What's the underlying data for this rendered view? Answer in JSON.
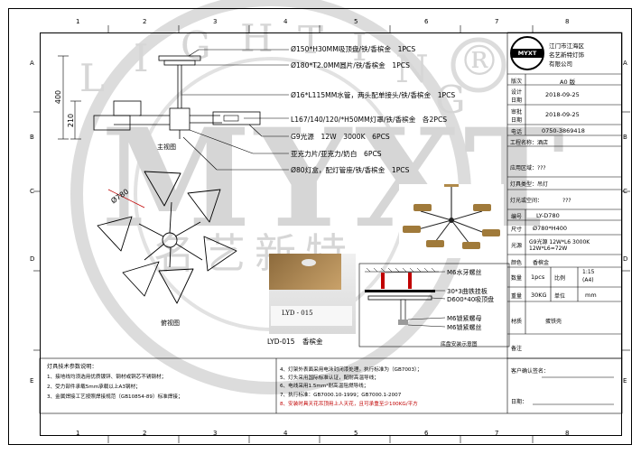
{
  "columns": [
    "1",
    "2",
    "3",
    "4",
    "5",
    "6",
    "7",
    "8"
  ],
  "rows": [
    "A",
    "B",
    "C",
    "D",
    "E"
  ],
  "watermark": {
    "brand": "MYXT",
    "letters": [
      "L",
      "I",
      "G",
      "H",
      "T",
      "I",
      "N",
      "G"
    ],
    "chinese": "名艺新特",
    "registered": "®"
  },
  "dimensions": {
    "height_total": "400",
    "height_body": "210",
    "diameter": "Ø780"
  },
  "views": {
    "front": "主视图",
    "top": "俯视图"
  },
  "callouts": [
    "Ø150*H30MM吸顶盘/铁/香槟金　1PCS",
    "Ø180*T2.0MM圆片/铁/香槟金　1PCS",
    "Ø16*L115MM水管，两头配单接头/铁/香槟金　1PCS",
    "L167/140/120/*H50MM灯罩/铁/香槟金　各2PCS",
    "G9光源　12W　3000K　6PCS",
    "亚克力片/亚克力/奶白　6PCS",
    "Ø80灯盒，配灯管座/铁/香槟金　1PCS"
  ],
  "photo_caption": {
    "model": "LYD-015",
    "finish": "香槟金",
    "plate_text": "LYD - 015"
  },
  "install": {
    "title": "底盘安装示意图",
    "labels": [
      "M6水牙螺丝",
      "30*3曲铁挂板",
      "D600*40吸顶盘",
      "M6锁紧螺母",
      "M6锁紧螺丝"
    ]
  },
  "title_block": {
    "logo": "MYXT",
    "company": [
      "江门市江海区",
      "名艺新特灯饰",
      "有限公司"
    ],
    "version_label": "版次",
    "version_value": "A0 版",
    "design_date_label": [
      "设计",
      "日期"
    ],
    "design_date": "2018-09-25",
    "approve_date_label": [
      "审批",
      "日期"
    ],
    "approve_date": "2018-09-25",
    "phone_label": "电话",
    "phone": "0750-3869418",
    "project_label": "工程名称：",
    "project_value": "酒店",
    "location_label": "应用区域：",
    "location_value": "???",
    "type_label": "灯具类型：",
    "type_value": "吊灯",
    "space_label": "灯光或空间：",
    "space_value": "???",
    "code_label": "编号",
    "code_value": "LY-D780",
    "size_label": "尺寸",
    "size_value": "Ø780*H400",
    "light_label": "光源",
    "light_value": [
      "G9光源 12W*L6 3000K",
      "12W*L6=72W"
    ],
    "color_label": "颜色",
    "color_value": "香槟金",
    "qty_label": "数量",
    "qty_value": "1pcs",
    "scale_label": "比例",
    "scale_value": [
      "1:15",
      "(A4)"
    ],
    "weight_label": "重量",
    "weight_value": "30KG",
    "unit_label": "单位",
    "unit_value": "mm",
    "material_label": "材质",
    "material_value": "蛋铁壳",
    "note_label": "备注",
    "client_confirm": "客户确认签名：",
    "date_label": "日期："
  },
  "notes_title": "灯具技术参数说明：",
  "notes_left": [
    "1、接地线均须选用优质镀锌、钢材或铜芯不锈钢材；",
    "2、受力部件承载5mm承载以上A3钢材；",
    "3、金属焊接工艺按照焊接规范（GB10854-89）标准焊接；"
  ],
  "notes_right": [
    "4、灯架外表面采用电泳封闭漆处理。执行标准为（GB7003）；",
    "5、灯头采用国际标准认证，配耐高温导线；",
    "6、电线采用1.5mm²耐高温阻燃导线；",
    "7、执行标准：GB7000.10-1999；GB7000.1-2007",
    "8、安装时具天花吊顶用上人天花，且可承重至少100KG/平方"
  ]
}
